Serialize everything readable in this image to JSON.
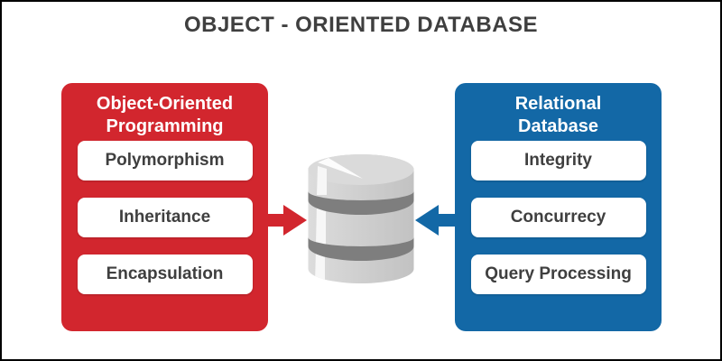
{
  "title": "OBJECT - ORIENTED DATABASE",
  "colors": {
    "accent_red": "#D2262E",
    "accent_blue": "#1368A6",
    "title_text": "#3F3F3F",
    "item_text": "#3F3F3F",
    "panel_title_text": "#FFFFFF",
    "cylinder_top": "#DADADA",
    "cylinder_band": "#7E7E7E",
    "frame_border": "#000000"
  },
  "left_panel": {
    "title": "Object-Oriented Programming",
    "items": [
      "Polymorphism",
      "Inheritance",
      "Encapsulation"
    ]
  },
  "right_panel": {
    "title": "Relational Database",
    "items": [
      "Integrity",
      "Concurrecy",
      "Query Processing"
    ]
  },
  "center": {
    "icon": "database-cylinder"
  }
}
